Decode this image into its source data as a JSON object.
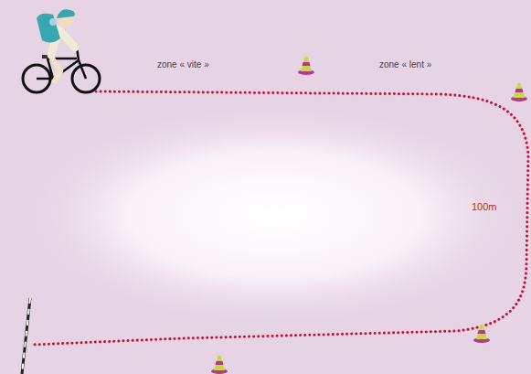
{
  "diagram": {
    "labels": [
      "zone « vite »",
      "zone « lent »",
      "100m"
    ]
  }
}
